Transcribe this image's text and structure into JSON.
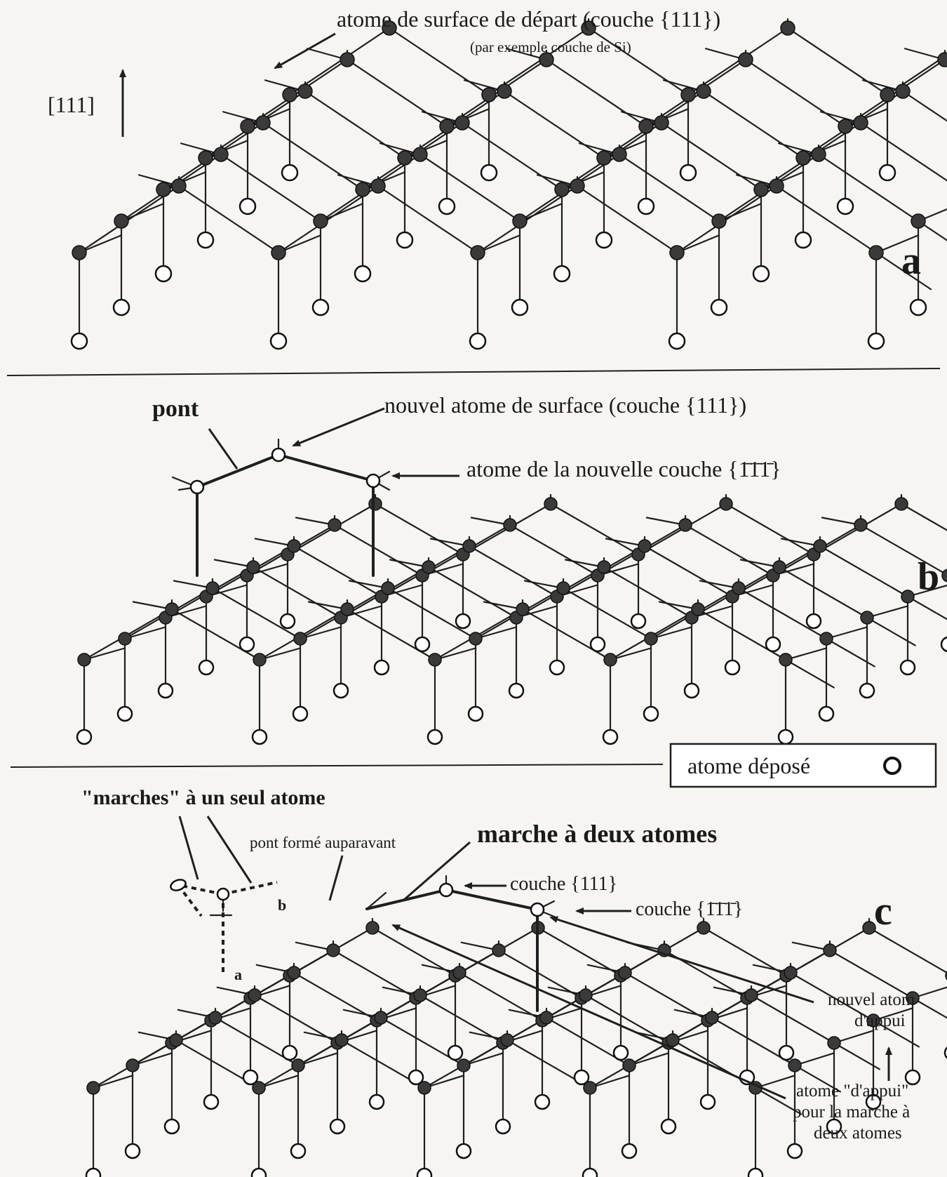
{
  "panels": {
    "a": {
      "letter": "a",
      "direction_label": "[111]",
      "start_atom_label": "atome de surface de départ (couche {111})",
      "start_atom_sublabel": "(par exemple couche de Si)"
    },
    "b": {
      "letter": "b",
      "bridge_label": "pont",
      "new_surface_atom_label": "nouvel atome de surface (couche {111})",
      "new_layer_atom_label": "atome de la nouvelle couche {1̄1̄1̄}"
    },
    "c": {
      "letter": "c",
      "single_steps_label": "\"marches\" à un seul atome",
      "previous_bridge_label": "pont formé auparavant",
      "two_atom_step_label": "marche à deux atomes",
      "layer_111_label": "couche {111}",
      "layer_bar_label": "couche {1̄1̄1̄}",
      "point_a": "a",
      "point_b": "b",
      "new_support_atom_line1": "nouvel atom",
      "new_support_atom_line2": "d'appui",
      "support_atom_line1": "atome \"d'appui\"",
      "support_atom_line2": "pour la marche à",
      "support_atom_line3": "deux atomes"
    }
  },
  "legend": {
    "label": "atome déposé",
    "symbol": "open-circle-icon"
  },
  "colors": {
    "ink": "#1f1f1f",
    "paper": "#f6f5f2",
    "atom_fill": "#3a3a3a"
  }
}
